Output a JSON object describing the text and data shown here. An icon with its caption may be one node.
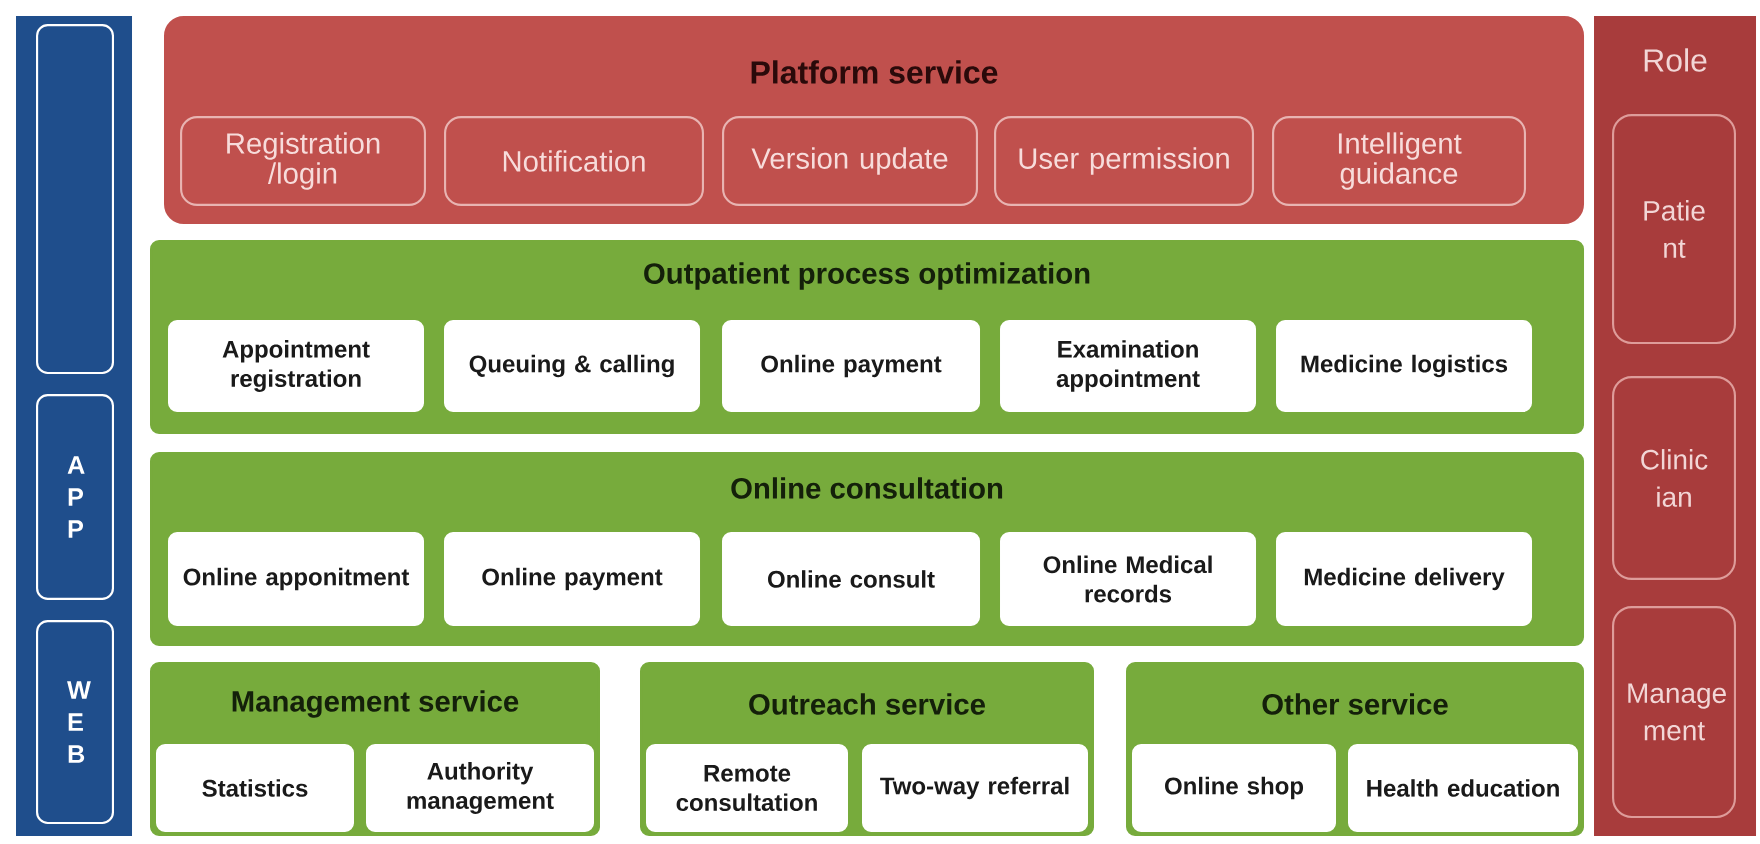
{
  "diagram": {
    "nodes": [
      {
        "text": [],
        "shape": "box"
      },
      {
        "text": [
          "A P P"
        ]
      },
      {
        "text": [
          "W E B"
        ]
      },
      {
        "text": [
          "Platform service"
        ]
      },
      {
        "text": [
          "Registration /login"
        ],
        "in": 3
      },
      {
        "text": [
          "Notification"
        ],
        "in": 3
      },
      {
        "text": [
          "Version update"
        ],
        "in": 3
      },
      {
        "text": [
          "User permission"
        ],
        "in": 3
      },
      {
        "text": [
          "Intelligent guidance"
        ],
        "in": 3
      },
      {
        "text": [
          "Outpatient process optimization"
        ]
      },
      {
        "text": [
          "Appointment registration"
        ],
        "in": 9
      },
      {
        "text": [
          "Queuing & calling"
        ],
        "in": 9
      },
      {
        "text": [
          "Online payment"
        ],
        "in": 9
      },
      {
        "text": [
          "Examination appointment"
        ],
        "in": 9
      },
      {
        "text": [
          "Medicine logistics"
        ],
        "in": 9
      },
      {
        "text": [
          "Online consultation"
        ]
      },
      {
        "text": [
          "Online apponitment"
        ],
        "in": 15
      },
      {
        "text": [
          "Online payment"
        ],
        "in": 15
      },
      {
        "text": [
          "Online consult"
        ],
        "in": 15
      },
      {
        "text": [
          "Online Medical records"
        ],
        "in": 15
      },
      {
        "text": [
          "Medicine delivery"
        ],
        "in": 15
      },
      {
        "text": [
          "Management service"
        ]
      },
      {
        "text": [
          "Statistics"
        ],
        "in": 21
      },
      {
        "text": [
          "Authority management"
        ],
        "in": 21
      },
      {
        "text": [
          "Outreach service"
        ]
      },
      {
        "text": [
          "Remote consultation"
        ],
        "in": 24
      },
      {
        "text": [
          "Two-way referral"
        ],
        "in": 24
      },
      {
        "text": [
          "Other service"
        ]
      },
      {
        "text": [
          "Online shop"
        ],
        "in": 27
      },
      {
        "text": [
          "Health education"
        ],
        "in": 27
      },
      {
        "text": [
          "Role"
        ]
      },
      {
        "text": [
          "Patie nt"
        ],
        "in": 30
      },
      {
        "text": [
          "Clinic ian"
        ],
        "in": 30
      },
      {
        "text": [
          "Manage ment"
        ],
        "in": 30
      }
    ]
  }
}
